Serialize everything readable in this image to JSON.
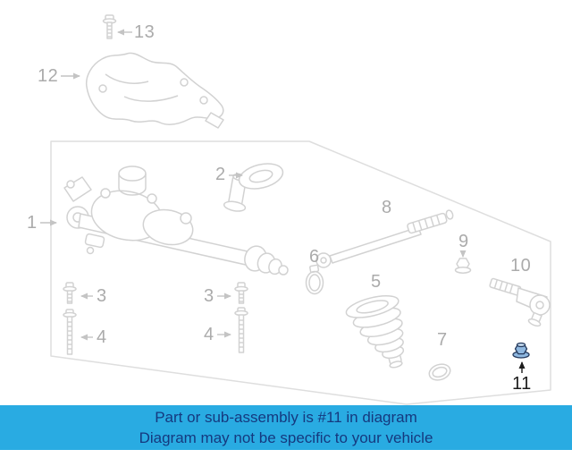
{
  "banner": {
    "line1": "Part or sub-assembly is #11 in diagram",
    "line2": "Diagram may not be specific to your vehicle",
    "background_color": "#29abe2",
    "text_color": "#15397f"
  },
  "diagram": {
    "highlighted_part": "11",
    "line_color": "#d2d2d2",
    "label_color": "#ababab",
    "highlight_fill": "#8fb8e0",
    "highlight_stroke": "#24395c",
    "labels": [
      {
        "id": "13",
        "text": "13"
      },
      {
        "id": "12",
        "text": "12"
      },
      {
        "id": "1",
        "text": "1"
      },
      {
        "id": "2",
        "text": "2"
      },
      {
        "id": "3-left",
        "text": "3"
      },
      {
        "id": "3-right",
        "text": "3"
      },
      {
        "id": "4-left",
        "text": "4"
      },
      {
        "id": "4-right",
        "text": "4"
      },
      {
        "id": "5",
        "text": "5"
      },
      {
        "id": "6",
        "text": "6"
      },
      {
        "id": "7",
        "text": "7"
      },
      {
        "id": "8",
        "text": "8"
      },
      {
        "id": "9",
        "text": "9"
      },
      {
        "id": "10",
        "text": "10"
      },
      {
        "id": "11",
        "text": "11"
      }
    ]
  }
}
